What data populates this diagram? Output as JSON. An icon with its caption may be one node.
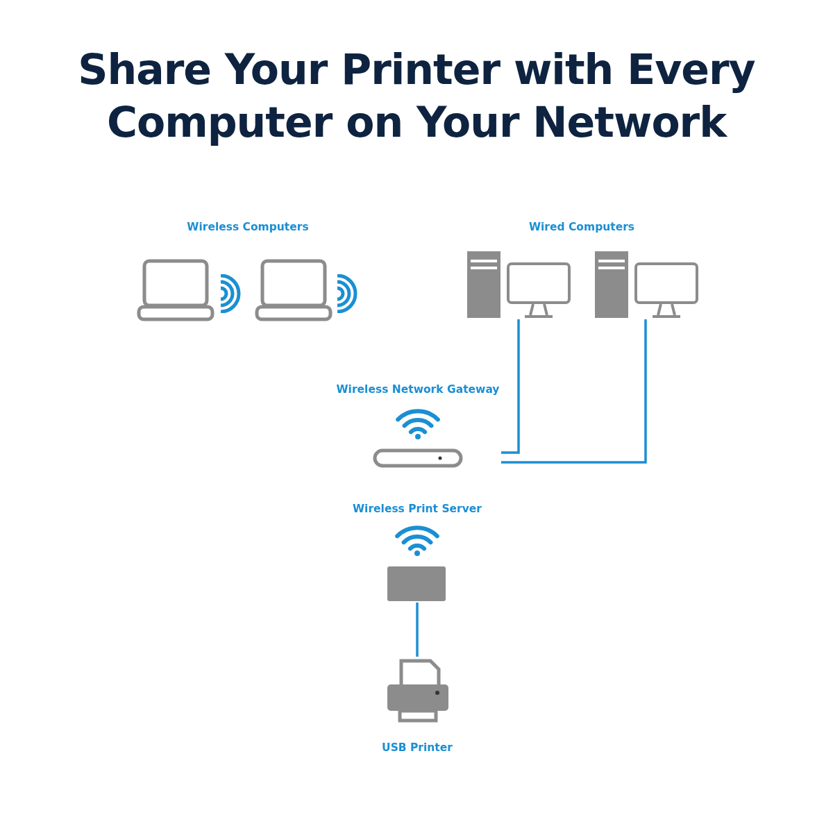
{
  "diagram": {
    "title": "Share Your Printer with Every Computer on Your Network",
    "nodes": [
      {
        "text": [],
        "shape": "laptop"
      },
      {
        "text": [],
        "shape": "laptop"
      },
      {
        "text": [],
        "shape": "computer"
      },
      {
        "text": [],
        "shape": "computer"
      },
      {
        "text": [
          "Wireless Network Gateway"
        ]
      },
      {
        "text": [
          "Wireless Print Server"
        ]
      },
      {
        "text": [
          "USB Printer"
        ]
      }
    ],
    "edges": [
      {
        "from": 2,
        "to": 4,
        "arrow": "none"
      },
      {
        "from": 3,
        "to": 4,
        "arrow": "none"
      },
      {
        "from": 5,
        "to": 6,
        "arrow": "none"
      }
    ],
    "labels": [
      "Wireless Computers",
      "Wired Computers"
    ]
  }
}
